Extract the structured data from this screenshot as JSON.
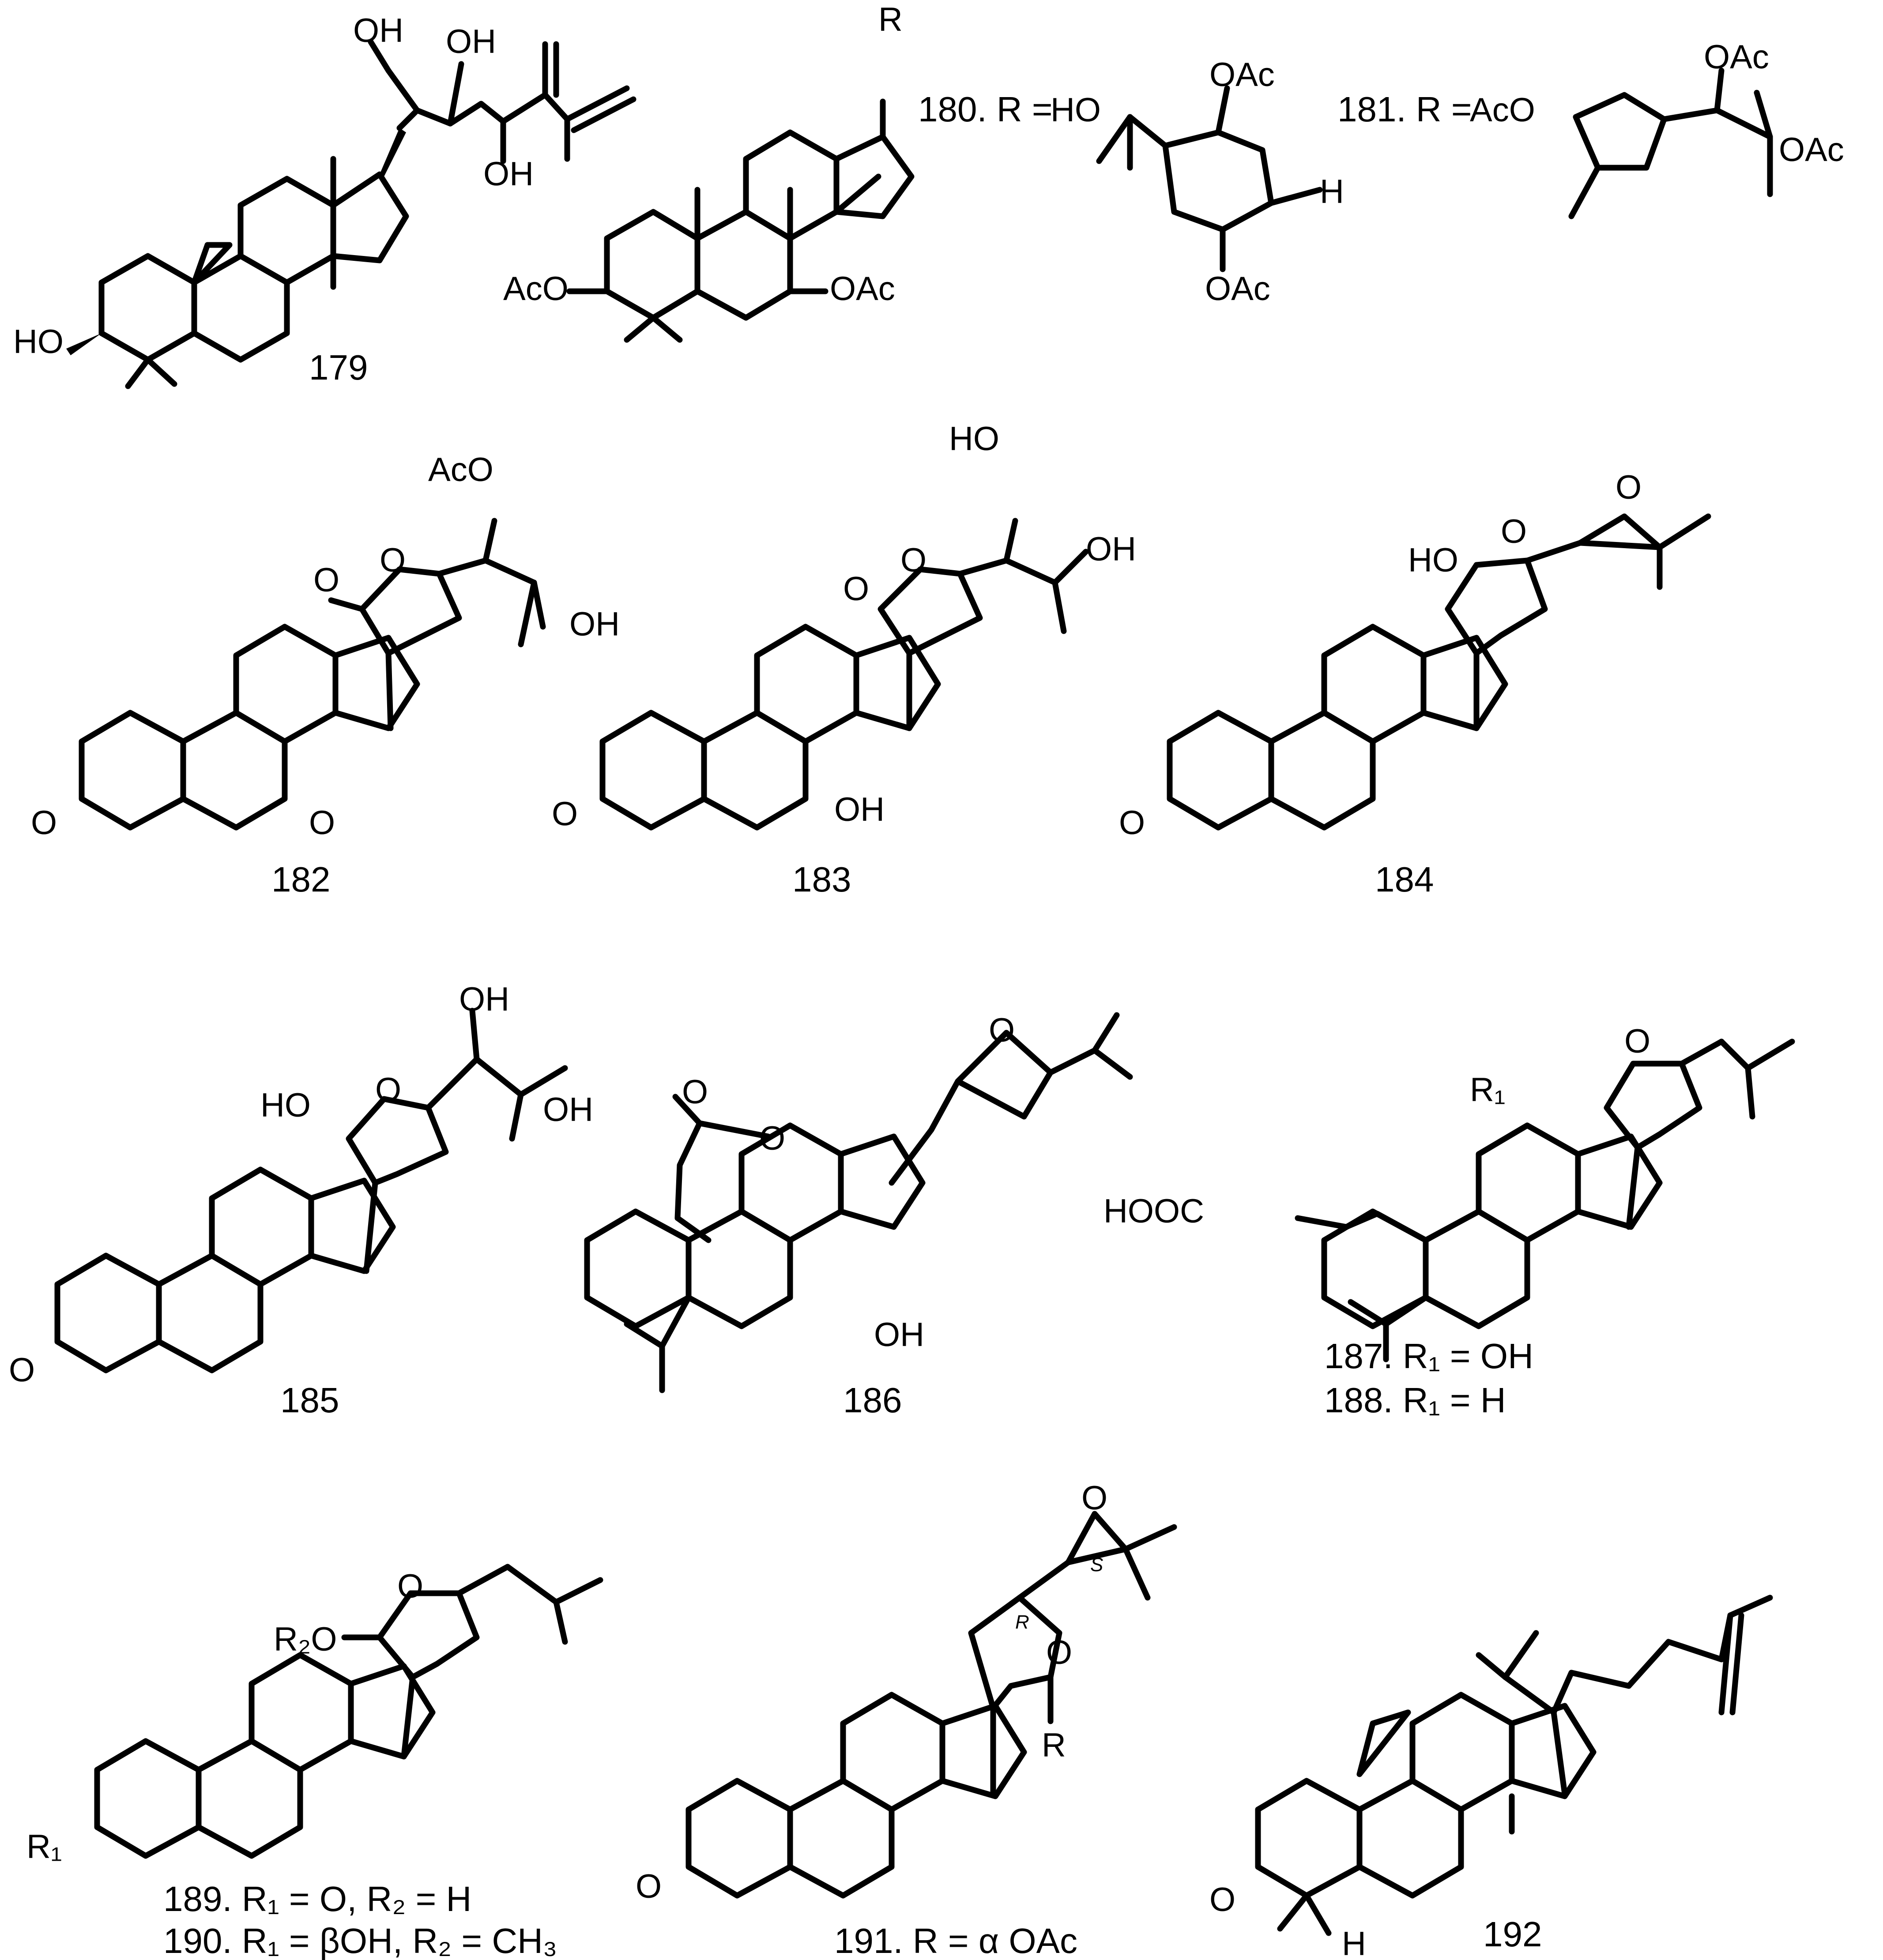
{
  "compounds": [
    {
      "id": "c179",
      "number": "179",
      "labels": [
        "OH",
        "OH",
        "OH",
        "HO"
      ]
    },
    {
      "id": "c180",
      "number": "180. R =",
      "labels": [
        "HO",
        "OAc",
        "H",
        "OAc",
        "R",
        "AcO",
        "OAc"
      ]
    },
    {
      "id": "c181",
      "number": "181. R =",
      "labels": [
        "AcO",
        "OAc",
        "OAc"
      ]
    },
    {
      "id": "c182",
      "number": "182",
      "labels": [
        "AcO",
        "OH",
        "O",
        "O",
        "O",
        "O"
      ]
    },
    {
      "id": "c183",
      "number": "183",
      "labels": [
        "HO",
        "OH",
        "O",
        "O",
        "O",
        "OH"
      ]
    },
    {
      "id": "c184",
      "number": "184",
      "labels": [
        "HO",
        "O",
        "O",
        "O"
      ]
    },
    {
      "id": "c185",
      "number": "185",
      "labels": [
        "OH",
        "HO",
        "O",
        "OH",
        "O"
      ]
    },
    {
      "id": "c186",
      "number": "186",
      "labels": [
        "O",
        "O",
        "O",
        "OH"
      ]
    },
    {
      "id": "c187",
      "number": "187. R₁ = OH",
      "labels": [
        "R₁",
        "O",
        "HOOC"
      ]
    },
    {
      "id": "c188",
      "number": "188. R₁ = H",
      "labels": []
    },
    {
      "id": "c189",
      "number": "189. R₁ = O, R₂ = H",
      "labels": [
        "R₂O",
        "O",
        "R₁"
      ]
    },
    {
      "id": "c190",
      "number": "190. R₁ = βOH, R₂ = CH₃",
      "labels": []
    },
    {
      "id": "c191",
      "number": "191. R = α OAc",
      "labels": [
        "O",
        "S",
        "R",
        "O",
        "R",
        "O"
      ]
    },
    {
      "id": "c192",
      "number": "192",
      "labels": [
        "O",
        "H"
      ]
    }
  ]
}
